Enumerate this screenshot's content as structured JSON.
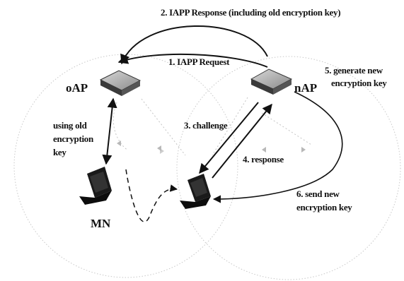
{
  "nodes": {
    "old_ap": "oAP",
    "new_ap": "nAP",
    "mobile_node": "MN"
  },
  "steps": {
    "iapp_request": "1. IAPP Request",
    "iapp_response": "2. IAPP Response (including old encryption key)",
    "challenge": "3. challenge",
    "response": "4. response",
    "generate_key_line1": "5. generate new",
    "generate_key_line2": "encryption key",
    "send_key_line1": "6. send new",
    "send_key_line2": "encryption key"
  },
  "old_key_label": {
    "line1": "using old",
    "line2": "encryption",
    "line3": "key"
  }
}
